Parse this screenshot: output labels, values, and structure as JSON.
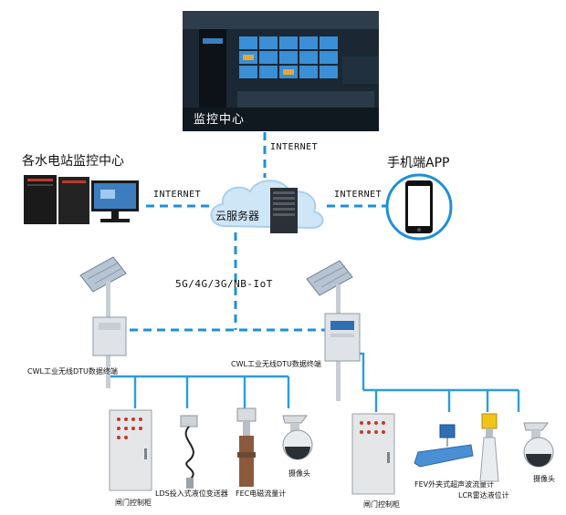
{
  "control_center": {
    "label": "监控中心"
  },
  "station_center": {
    "label": "各水电站监控中心"
  },
  "mobile": {
    "label": "手机端APP"
  },
  "cloud": {
    "label": "云服务器"
  },
  "links": {
    "top_internet": "INTERNET",
    "left_internet": "INTERNET",
    "right_internet": "INTERNET",
    "network_types": "5G/4G/3G/NB-IoT"
  },
  "left_site": {
    "dtu_label": "CWL工业无线DTU数据终端",
    "devices": [
      {
        "name": "闸门控制柜",
        "icon": "control-cabinet-icon"
      },
      {
        "name": "LDS投入式液位变送器",
        "icon": "level-transmitter-icon"
      },
      {
        "name": "FEC电磁流量计",
        "icon": "electromagnetic-flowmeter-icon"
      },
      {
        "name": "摄像头",
        "icon": "dome-camera-icon"
      }
    ]
  },
  "right_site": {
    "dtu_label": "CWL工业无线DTU数据终端",
    "devices": [
      {
        "name": "闸门控制柜",
        "icon": "control-cabinet-icon"
      },
      {
        "name": "FEV外夹式超声波流量计",
        "icon": "ultrasonic-flowmeter-icon"
      },
      {
        "name": "LCR雷达液位计",
        "icon": "radar-level-icon"
      },
      {
        "name": "摄像头",
        "icon": "dome-camera-icon"
      }
    ]
  },
  "colors": {
    "line_blue": "#1e90d8",
    "wire_blue": "#2a9de0",
    "cloud_fill": "#cfe6f7",
    "dark_room": "#1b2733"
  }
}
